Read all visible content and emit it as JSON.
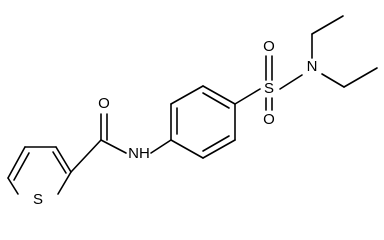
{
  "molecule": {
    "atoms": {
      "carbonyl_oxygen": "O",
      "amide_nitrogen": "NH",
      "thiophene_sulfur": "S",
      "sulfonyl_sulfur": "S",
      "sulfonyl_oxygen_top": "O",
      "sulfonyl_oxygen_bottom": "O",
      "sulfonamide_nitrogen": "N"
    }
  },
  "colors": {
    "bond": "#000000",
    "label": "#000000",
    "background": "#ffffff"
  }
}
